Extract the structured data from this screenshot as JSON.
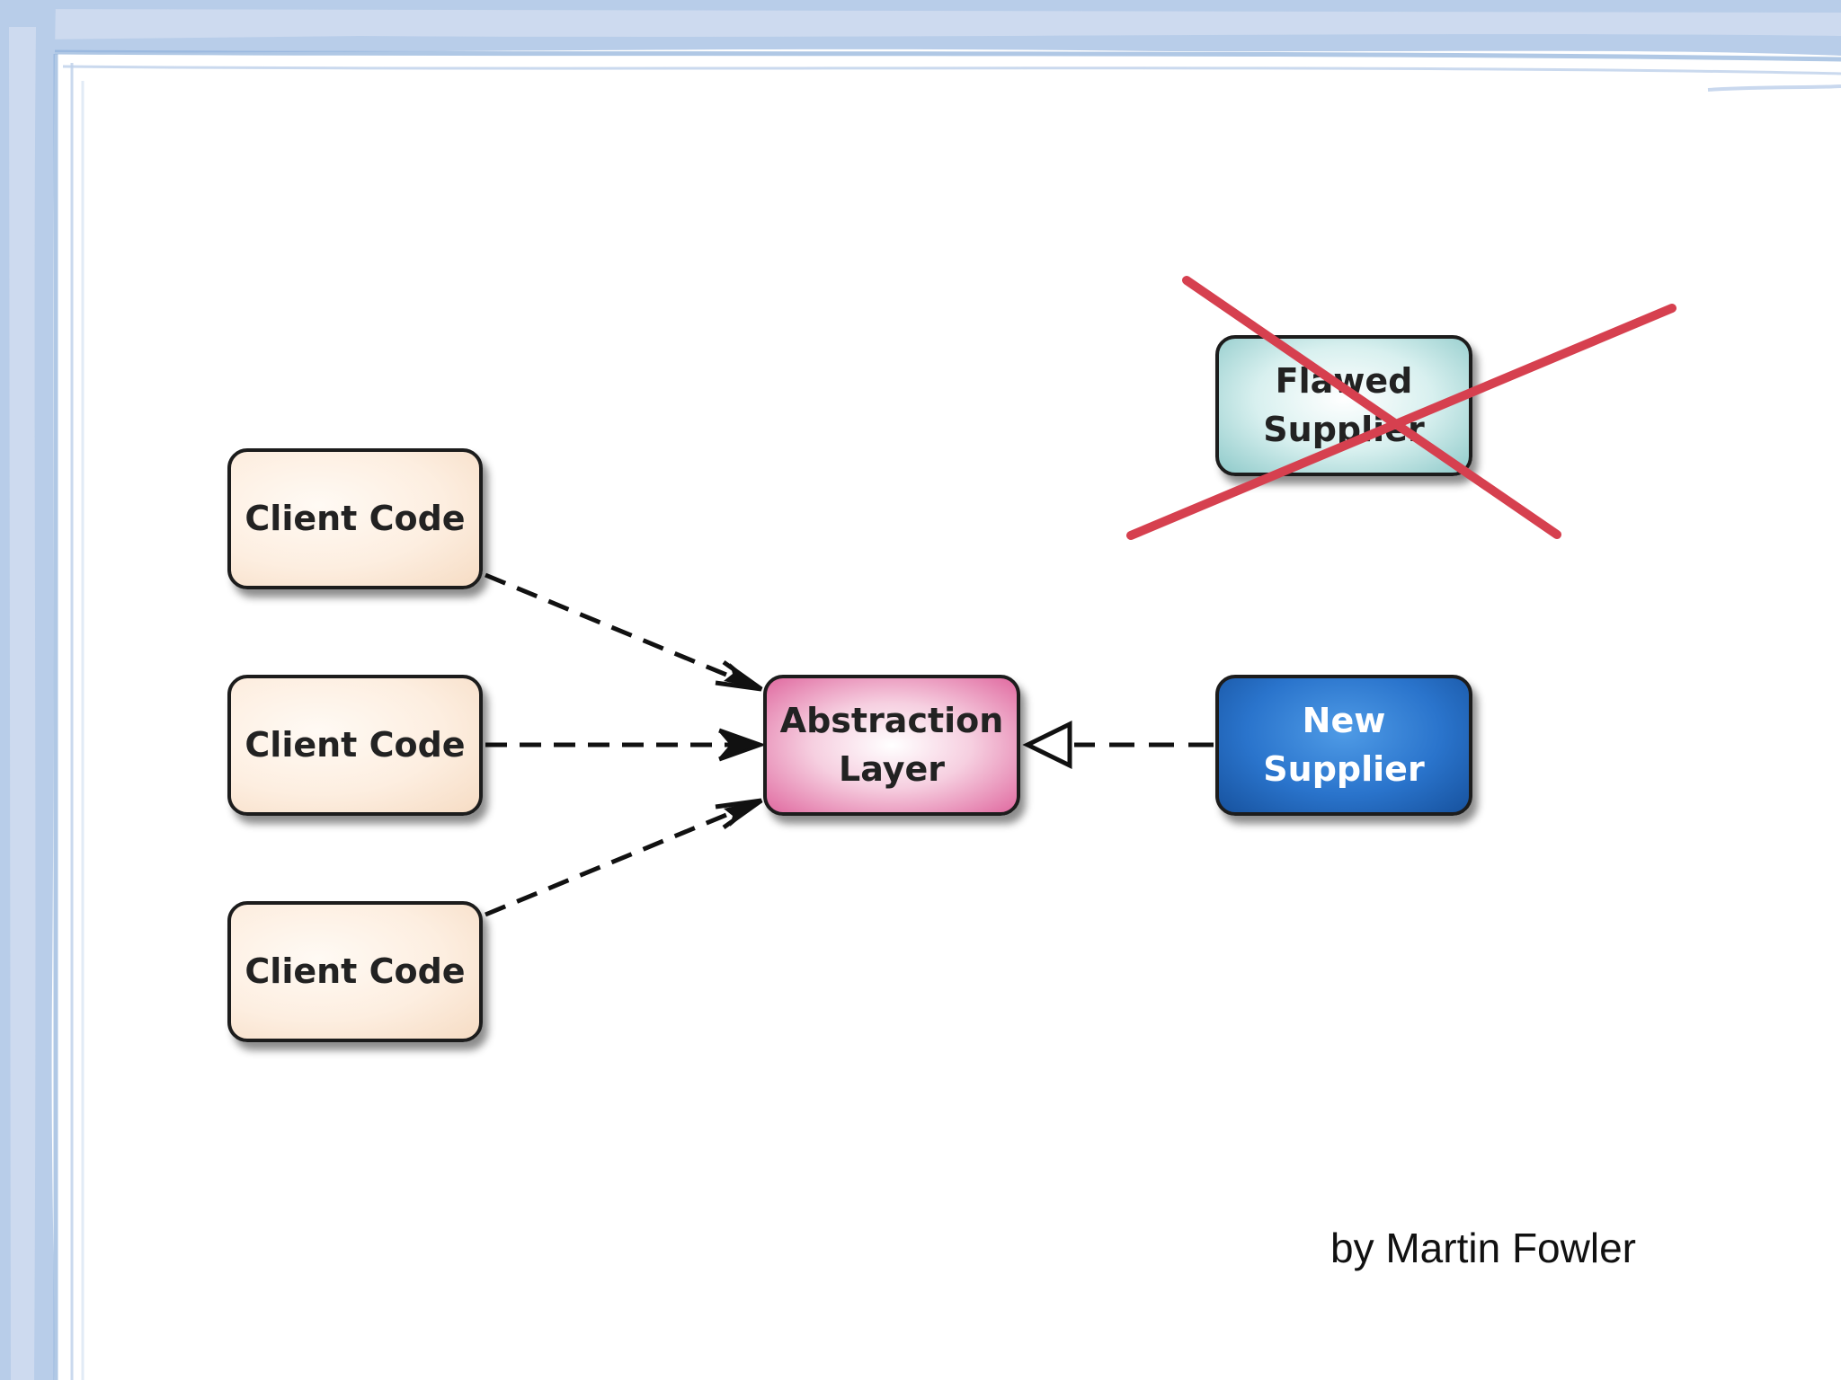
{
  "diagram": {
    "client_nodes": [
      {
        "label": "Client Code"
      },
      {
        "label": "Client Code"
      },
      {
        "label": "Client Code"
      }
    ],
    "abstraction_node": {
      "label_line1": "Abstraction",
      "label_line2": "Layer"
    },
    "flawed_supplier_node": {
      "label_line1": "Flawed",
      "label_line2": "Supplier",
      "crossed_out": true
    },
    "new_supplier_node": {
      "label": "New Supplier"
    },
    "edges": [
      {
        "from": "Client Code",
        "to": "Abstraction Layer",
        "style": "dashed",
        "arrowhead": "open-arrow"
      },
      {
        "from": "Client Code",
        "to": "Abstraction Layer",
        "style": "dashed",
        "arrowhead": "open-arrow"
      },
      {
        "from": "Client Code",
        "to": "Abstraction Layer",
        "style": "dashed",
        "arrowhead": "open-arrow"
      },
      {
        "from": "New Supplier",
        "to": "Abstraction Layer",
        "style": "dashed",
        "arrowhead": "hollow-triangle"
      }
    ]
  },
  "credit": "by Martin Fowler",
  "colors": {
    "cross_mark": "#d6404f",
    "frame_blue": "#a9c3e3",
    "new_supplier_fill": "#2a74cc",
    "abstraction_fill": "#e06aa0",
    "flawed_fill": "#bfe3e2",
    "client_fill": "#fdeee0"
  }
}
